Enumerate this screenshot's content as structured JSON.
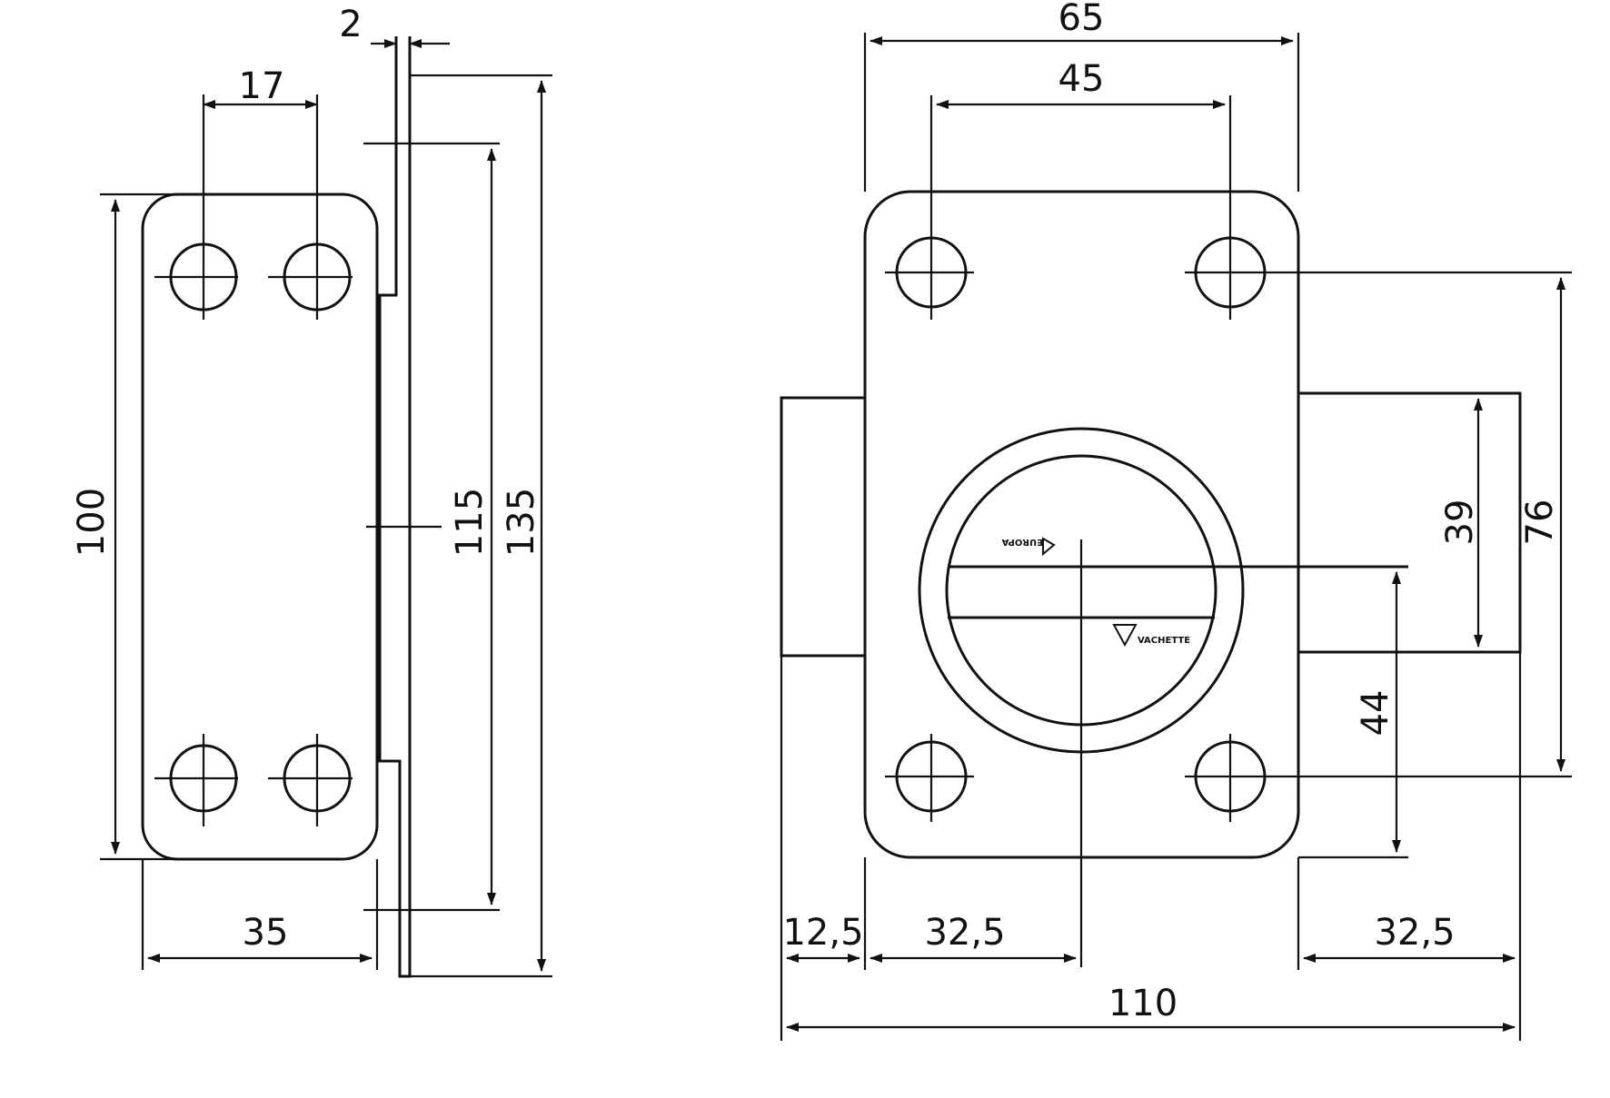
{
  "side_view": {
    "dim_thickness": "2",
    "dim_hole_spacing": "17",
    "dim_plate_height": "100",
    "dim_inner_height": "115",
    "dim_total_height": "135",
    "dim_plate_width": "35"
  },
  "front_view": {
    "dim_case_width": "65",
    "dim_hole_spacing": "45",
    "dim_bolt_height": "39",
    "dim_hole_vertical": "76",
    "dim_center_height": "44",
    "dim_left_bolt": "12,5",
    "dim_left_center": "32,5",
    "dim_right_bolt": "32,5",
    "dim_total_width": "110",
    "logo_top": "EUROPA",
    "logo_bottom": "VACHETTE"
  }
}
